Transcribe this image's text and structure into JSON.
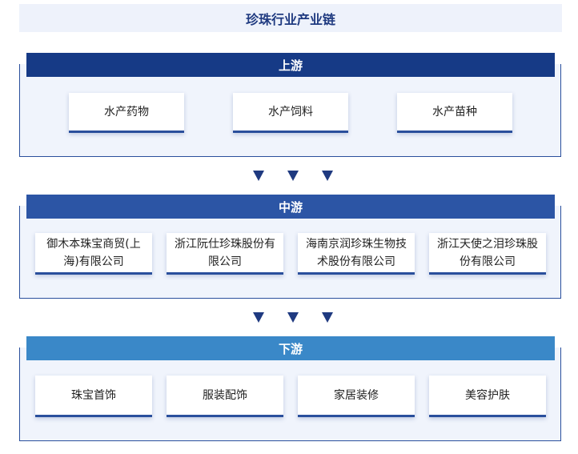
{
  "title": "珍珠行业产业链",
  "upstream": {
    "label": "上游",
    "color": "#163a86",
    "items": [
      "水产药物",
      "水产饲料",
      "水产苗种"
    ]
  },
  "midstream": {
    "label": "中游",
    "color": "#2c55a5",
    "items": [
      "御木本珠宝商贸(上海)有限公司",
      "浙江阮仕珍珠股份有限公司",
      "海南京润珍珠生物技术股份有限公司",
      "浙江天使之泪珍珠股份有限公司"
    ]
  },
  "downstream": {
    "label": "下游",
    "color": "#3a88c8",
    "items": [
      "珠宝首饰",
      "服装配饰",
      "家居装修",
      "美容护肤"
    ]
  }
}
